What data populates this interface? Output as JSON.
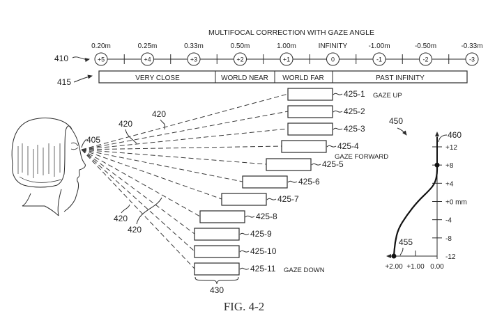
{
  "figure": {
    "title": "MULTIFOCAL CORRECTION WITH GAZE ANGLE",
    "caption": "FIG. 4-2",
    "scale_ref": "410",
    "zone_ref": "415",
    "eye_ref": "405",
    "rays_ref": "420",
    "stack_ref": "430",
    "chart_ref": "450",
    "curve_ref": "455",
    "axis_ref": "460"
  },
  "scale": [
    {
      "distance": "0.20m",
      "power": "+5"
    },
    {
      "distance": "0.25m",
      "power": "+4"
    },
    {
      "distance": "0.33m",
      "power": "+3"
    },
    {
      "distance": "0.50m",
      "power": "+2"
    },
    {
      "distance": "1.00m",
      "power": "+1"
    },
    {
      "distance": "INFINITY",
      "power": "0"
    },
    {
      "distance": "-1.00m",
      "power": "-1"
    },
    {
      "distance": "-0.50m",
      "power": "-2"
    },
    {
      "distance": "-0.33m",
      "power": "-3"
    }
  ],
  "zones": [
    {
      "label": "VERY CLOSE"
    },
    {
      "label": "WORLD NEAR"
    },
    {
      "label": "WORLD FAR"
    },
    {
      "label": "PAST INFINITY"
    }
  ],
  "displays": [
    {
      "label": "425-1"
    },
    {
      "label": "425-2"
    },
    {
      "label": "425-3"
    },
    {
      "label": "425-4"
    },
    {
      "label": "425-5"
    },
    {
      "label": "425-6"
    },
    {
      "label": "425-7"
    },
    {
      "label": "425-8"
    },
    {
      "label": "425-9"
    },
    {
      "label": "425-10"
    },
    {
      "label": "425-11"
    }
  ],
  "gaze_labels": {
    "up": "GAZE UP",
    "forward": "GAZE FORWARD",
    "down": "GAZE DOWN"
  },
  "chart_data": {
    "type": "line",
    "title": "",
    "xlabel": "",
    "ylabel": "",
    "x_ticks": [
      "+2.00",
      "+1.00",
      "0.00"
    ],
    "y_ticks": [
      "+12",
      "+8",
      "+4",
      "+0 mm",
      "-4",
      "-8",
      "-12"
    ],
    "xlim": [
      2.0,
      0.0
    ],
    "ylim": [
      -12,
      12
    ],
    "series": [
      {
        "name": "455",
        "points": [
          {
            "x": 2.0,
            "y": -12
          },
          {
            "x": 1.95,
            "y": -9
          },
          {
            "x": 1.8,
            "y": -6
          },
          {
            "x": 1.4,
            "y": -3
          },
          {
            "x": 0.9,
            "y": 0
          },
          {
            "x": 0.35,
            "y": 2.5
          },
          {
            "x": 0.1,
            "y": 4
          },
          {
            "x": 0.0,
            "y": 6
          },
          {
            "x": 0.0,
            "y": 8
          }
        ]
      }
    ],
    "markers": [
      {
        "x": 2.0,
        "y": -12
      },
      {
        "x": 0.0,
        "y": 8
      }
    ]
  }
}
